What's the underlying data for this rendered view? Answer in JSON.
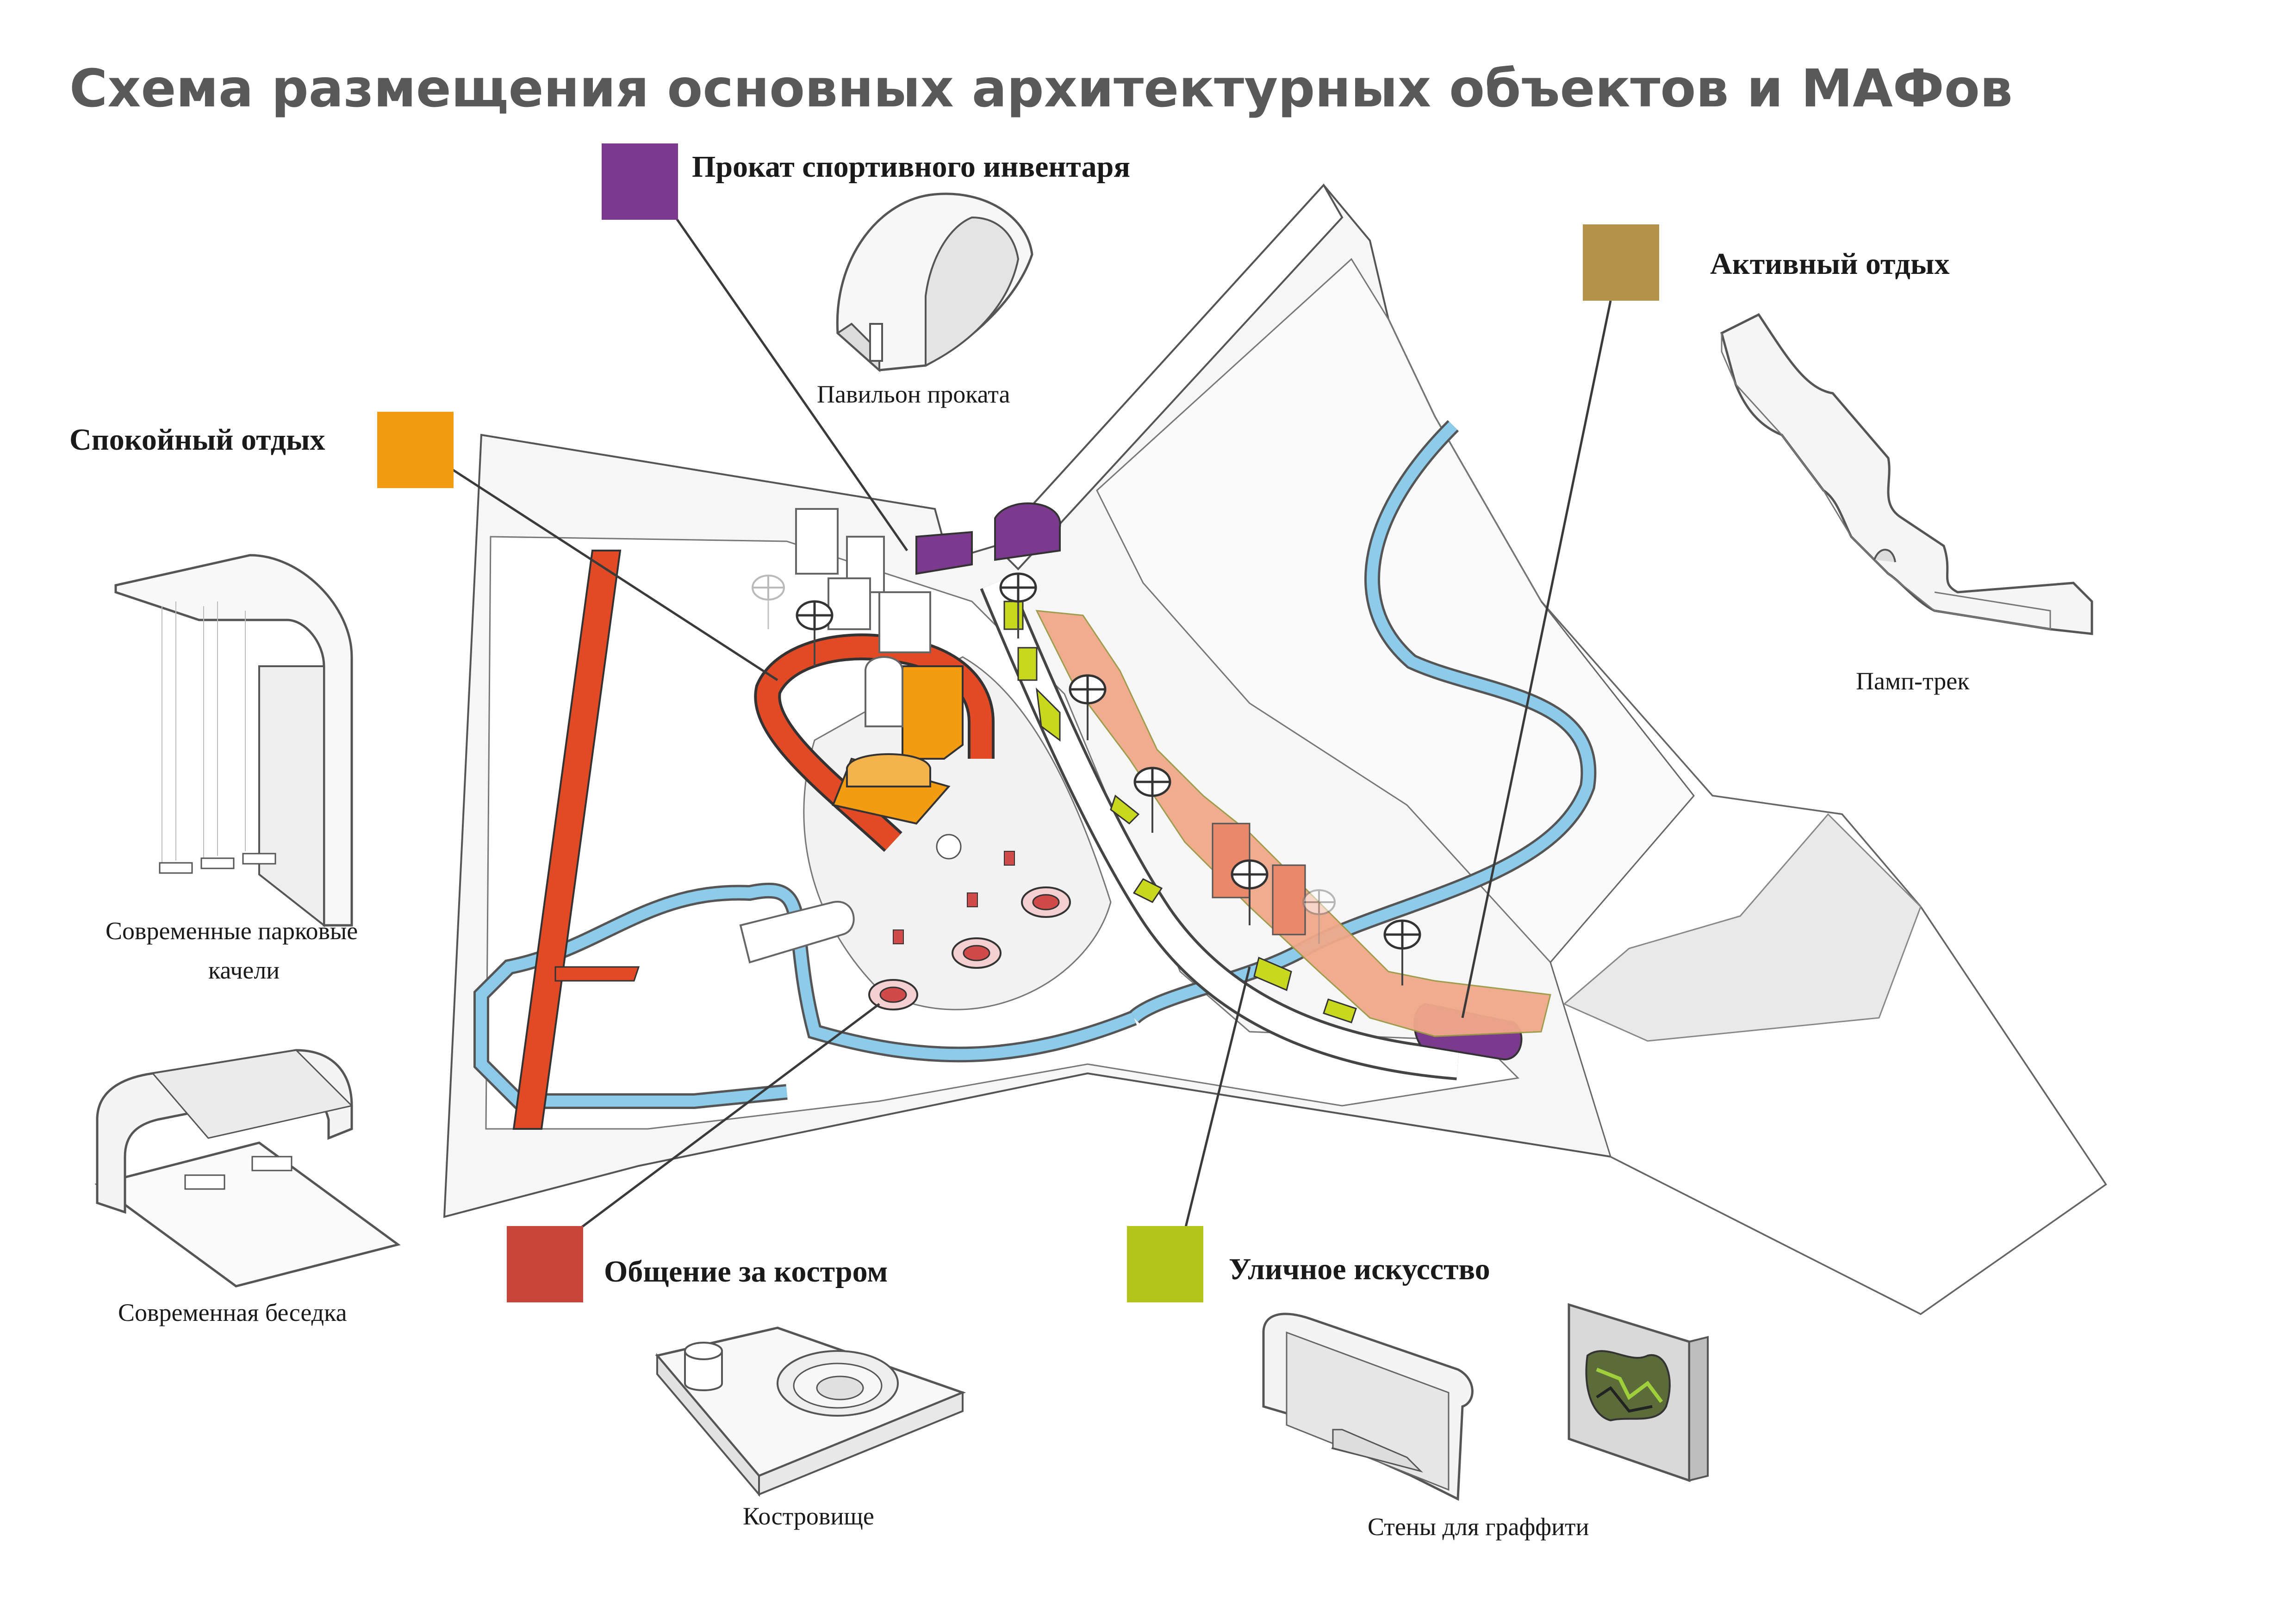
{
  "title": "Схема размещения основных архитектурных объектов и МАФов",
  "colors": {
    "rental": "#7B3A8D",
    "quiet": "#F39C12",
    "active": "#B5924A",
    "campfire": "#C8453A",
    "street_art": "#B3C51A",
    "water": "#8CCBEA",
    "path_red": "#E24A25",
    "activity_salmon": "#F0A98A"
  },
  "categories": {
    "rental": {
      "label": "Прокат спортивного инвентаря",
      "object": "Павильон проката"
    },
    "quiet": {
      "label": "Спокойный отдых",
      "objects": [
        "Современные парковые",
        "качели",
        "Современная беседка"
      ]
    },
    "active": {
      "label": "Активный отдых",
      "object": "Памп-трек"
    },
    "campfire": {
      "label": "Общение за костром",
      "object": "Костровище"
    },
    "street_art": {
      "label": "Уличное искусство",
      "object": "Стены для граффити"
    }
  },
  "icons": [
    "swing-icon",
    "gazebo-icon",
    "pavilion-icon",
    "pumptrack-icon",
    "firepit-icon",
    "graffiti-wall-icon",
    "graffiti-panel-icon",
    "lamp-post-icon"
  ]
}
